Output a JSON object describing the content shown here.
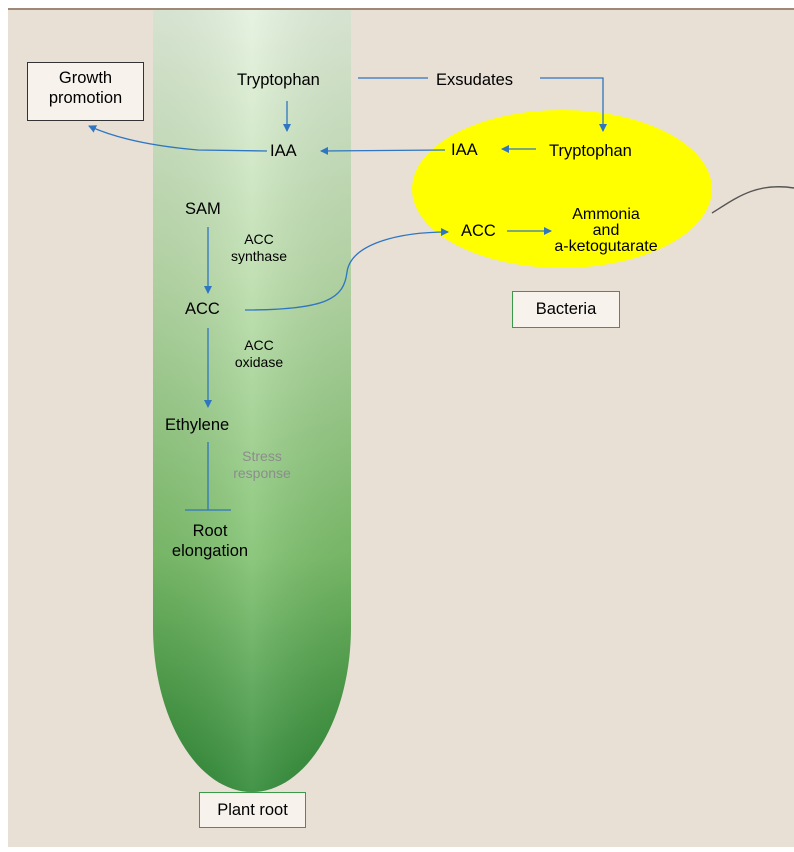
{
  "diagram": {
    "labels": {
      "growth_promotion_line1": "Growth",
      "growth_promotion_line2": "promotion",
      "tryptophan_root": "Tryptophan",
      "exsudates": "Exsudates",
      "iaa_root": "IAA",
      "iaa_bacteria": "IAA",
      "tryptophan_bacteria": "Tryptophan",
      "sam": "SAM",
      "acc_synthase_line1": "ACC",
      "acc_synthase_line2": "synthase",
      "acc_root": "ACC",
      "acc_bacteria": "ACC",
      "ammonia_line1": "Ammonia",
      "ammonia_line2": "and",
      "ammonia_line3": "a-ketogutarate",
      "acc_oxidase_line1": "ACC",
      "acc_oxidase_line2": "oxidase",
      "ethylene": "Ethylene",
      "stress_response_line1": "Stress",
      "stress_response_line2": "response",
      "root_elongation_line1": "Root",
      "root_elongation_line2": "elongation",
      "bacteria": "Bacteria",
      "plant_root": "Plant root"
    },
    "colors": {
      "background": "#e8dfd5",
      "arrow": "#2e75c2",
      "bacteria_fill": "#ffff00",
      "root_top": "#e3f0dd",
      "root_bottom": "#2e8a35",
      "box_border_green": "#3a9a4a",
      "box_border_dark": "#333333",
      "stress_text": "#8c8c8c",
      "flagellum": "#555555"
    }
  }
}
